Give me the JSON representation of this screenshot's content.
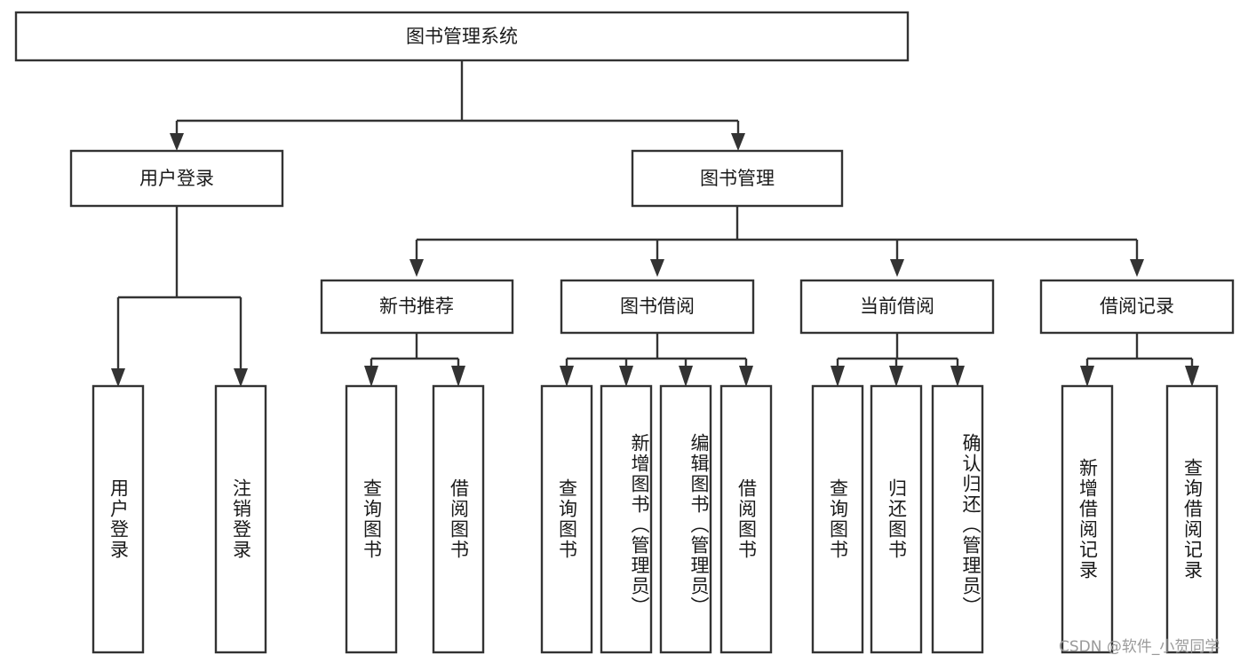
{
  "diagram": {
    "title": "图书管理系统",
    "type": "tree",
    "root": {
      "id": "root",
      "label": "图书管理系统",
      "orientation": "horizontal"
    },
    "level2": [
      {
        "id": "user-login",
        "label": "用户登录",
        "orientation": "horizontal"
      },
      {
        "id": "book-management",
        "label": "图书管理",
        "orientation": "horizontal"
      }
    ],
    "level3": [
      {
        "id": "new-book-recommend",
        "label": "新书推荐",
        "orientation": "horizontal",
        "parent": "book-management"
      },
      {
        "id": "book-borrow",
        "label": "图书借阅",
        "orientation": "horizontal",
        "parent": "book-management"
      },
      {
        "id": "current-borrow",
        "label": "当前借阅",
        "orientation": "horizontal",
        "parent": "book-management"
      },
      {
        "id": "borrow-record",
        "label": "借阅记录",
        "orientation": "horizontal",
        "parent": "book-management"
      }
    ],
    "leaves": [
      {
        "id": "leaf-user-login",
        "label": "用户登录",
        "parent": "user-login",
        "orientation": "vertical"
      },
      {
        "id": "leaf-logout-login",
        "label": "注销登录",
        "parent": "user-login",
        "orientation": "vertical"
      },
      {
        "id": "leaf-query-book-1",
        "label": "查询图书",
        "parent": "new-book-recommend",
        "orientation": "vertical"
      },
      {
        "id": "leaf-borrow-book-1",
        "label": "借阅图书",
        "parent": "new-book-recommend",
        "orientation": "vertical"
      },
      {
        "id": "leaf-query-book-2",
        "label": "查询图书",
        "parent": "book-borrow",
        "orientation": "vertical"
      },
      {
        "id": "leaf-add-book",
        "label": "新增图书（管理员）",
        "parent": "book-borrow",
        "orientation": "vertical"
      },
      {
        "id": "leaf-edit-book",
        "label": "编辑图书（管理员）",
        "parent": "book-borrow",
        "orientation": "vertical"
      },
      {
        "id": "leaf-borrow-book-2",
        "label": "借阅图书",
        "parent": "book-borrow",
        "orientation": "vertical"
      },
      {
        "id": "leaf-query-book-3",
        "label": "查询图书",
        "parent": "current-borrow",
        "orientation": "vertical"
      },
      {
        "id": "leaf-return-book",
        "label": "归还图书",
        "parent": "current-borrow",
        "orientation": "vertical"
      },
      {
        "id": "leaf-confirm-return",
        "label": "确认归还（管理员）",
        "parent": "current-borrow",
        "orientation": "vertical"
      },
      {
        "id": "leaf-add-borrow-record",
        "label": "新增借阅记录",
        "parent": "borrow-record",
        "orientation": "vertical"
      },
      {
        "id": "leaf-query-borrow-record",
        "label": "查询借阅记录",
        "parent": "borrow-record",
        "orientation": "vertical"
      }
    ],
    "colors": {
      "box_fill": "#ffffff",
      "box_stroke": "#333333",
      "text": "#1a1a1a",
      "background": "#ffffff",
      "watermark": "#9a9a9a"
    }
  },
  "watermark": {
    "text": "CSDN @软件_小贺同学"
  }
}
